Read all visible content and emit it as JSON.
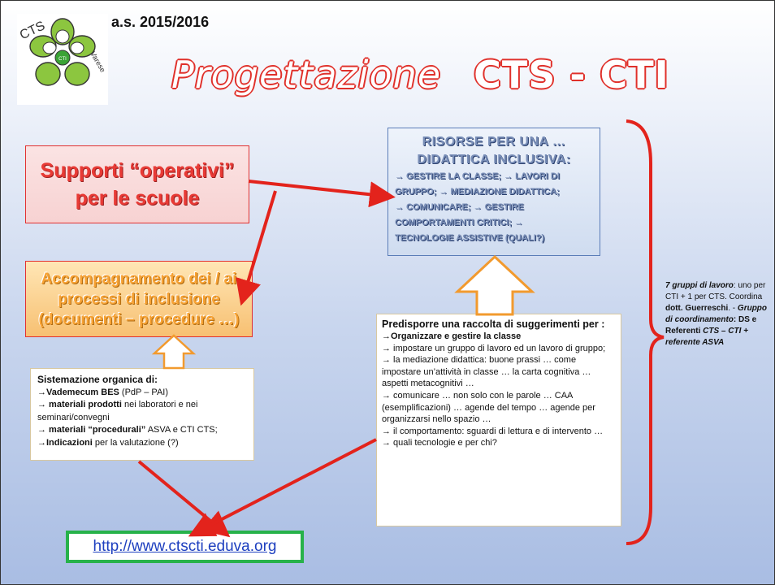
{
  "header": {
    "year": "a.s. 2015/2016",
    "logo_text_cts": "CTS",
    "logo_text_city": "Varese",
    "logo_text_cti": "CTI",
    "title_main": "Progettazione",
    "title_cts": "CTS - CTI"
  },
  "supporti": {
    "line1": "Supporti “operativi”",
    "line2": "per le scuole"
  },
  "accompagnamento": {
    "line1": "Accompagnamento dei / ai",
    "line2": "processi di inclusione",
    "line3": "(documenti – procedure …)"
  },
  "risorse": {
    "title1": "RISORSE PER UNA …",
    "title2": "DIDATTICA INCLUSIVA:",
    "line1": "→ GESTIRE LA CLASSE; → LAVORI DI",
    "line2": "GRUPPO; → MEDIAZIONE DIDATTICA;",
    "line3": "→ COMUNICARE; → GESTIRE",
    "line4": "COMPORTAMENTI CRITICI; →",
    "line5": "TECNOLOGIE ASSISTIVE (QUALI?)"
  },
  "sistemazione": {
    "heading": "Sistemazione organica di:",
    "i1_bold": "→Vademecum BES",
    "i1_rest": " (PdP – PAI)",
    "i2_bold": "→ materiali prodotti",
    "i2_rest": " nei laboratori e nei seminari/convegni",
    "i3_bold": "→ materiali “procedurali”",
    "i3_rest": " ASVA e CTI CTS;",
    "i4_bold": "→Indicazioni",
    "i4_rest": " per la valutazione (?)"
  },
  "raccolta": {
    "heading": "Predisporre una raccolta di suggerimenti per :",
    "l1": "→Organizzare e gestire la classe",
    "l2": "→ impostare un gruppo di lavoro ed un lavoro di gruppo;",
    "l3": "→ la mediazione didattica: buone prassi … come impostare un’attività in classe … la carta cognitiva … aspetti metacognitivi …",
    "l4": "→ comunicare … non solo con le parole … CAA (esemplificazioni) … agende del tempo … agende per organizzarsi nello spazio …",
    "l5": "→ il comportamento: sguardi di lettura e di intervento …",
    "l6": "→ quali tecnologie e per chi?"
  },
  "link": {
    "url": "http://www.ctscti.eduva.org"
  },
  "gruppi": {
    "a": "7 gruppi di lavoro",
    "b": ": uno per CTI + 1 per CTS. Coordina ",
    "c": "dott. Guerreschi",
    "d": ". - ",
    "e": "Gruppo di coordinamento",
    "f": ": DS e Referenti ",
    "g": "CTS – CTI + referente ASVA"
  },
  "colors": {
    "red": "#e3231c",
    "orange": "#f29a2e",
    "green": "#27b24a",
    "blue_link": "#1d3fbf"
  }
}
